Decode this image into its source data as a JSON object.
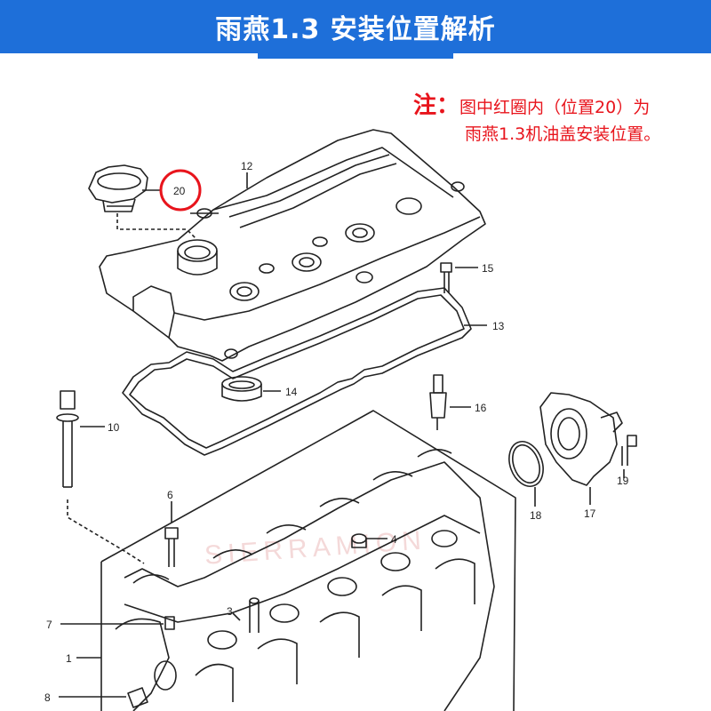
{
  "header": {
    "title": "雨燕1.3 安装位置解析"
  },
  "note": {
    "label": "注：",
    "line1": "图中红圈内（位置20）为",
    "line2": "雨燕1.3机油盖安装位置。"
  },
  "callouts": {
    "p1": "1",
    "p3": "3",
    "p4": "4",
    "p6": "6",
    "p7": "7",
    "p8": "8",
    "p10": "10",
    "p12": "12",
    "p13": "13",
    "p14": "14",
    "p15": "15",
    "p16": "16",
    "p17": "17",
    "p18": "18",
    "p19": "19",
    "p20": "20"
  },
  "highlight": {
    "color": "#e8141c",
    "target": "20"
  },
  "watermark": "SIERRAMION",
  "colors": {
    "header_bg": "#1e6fd9",
    "note_text": "#e8141c",
    "line_art": "#222222"
  }
}
